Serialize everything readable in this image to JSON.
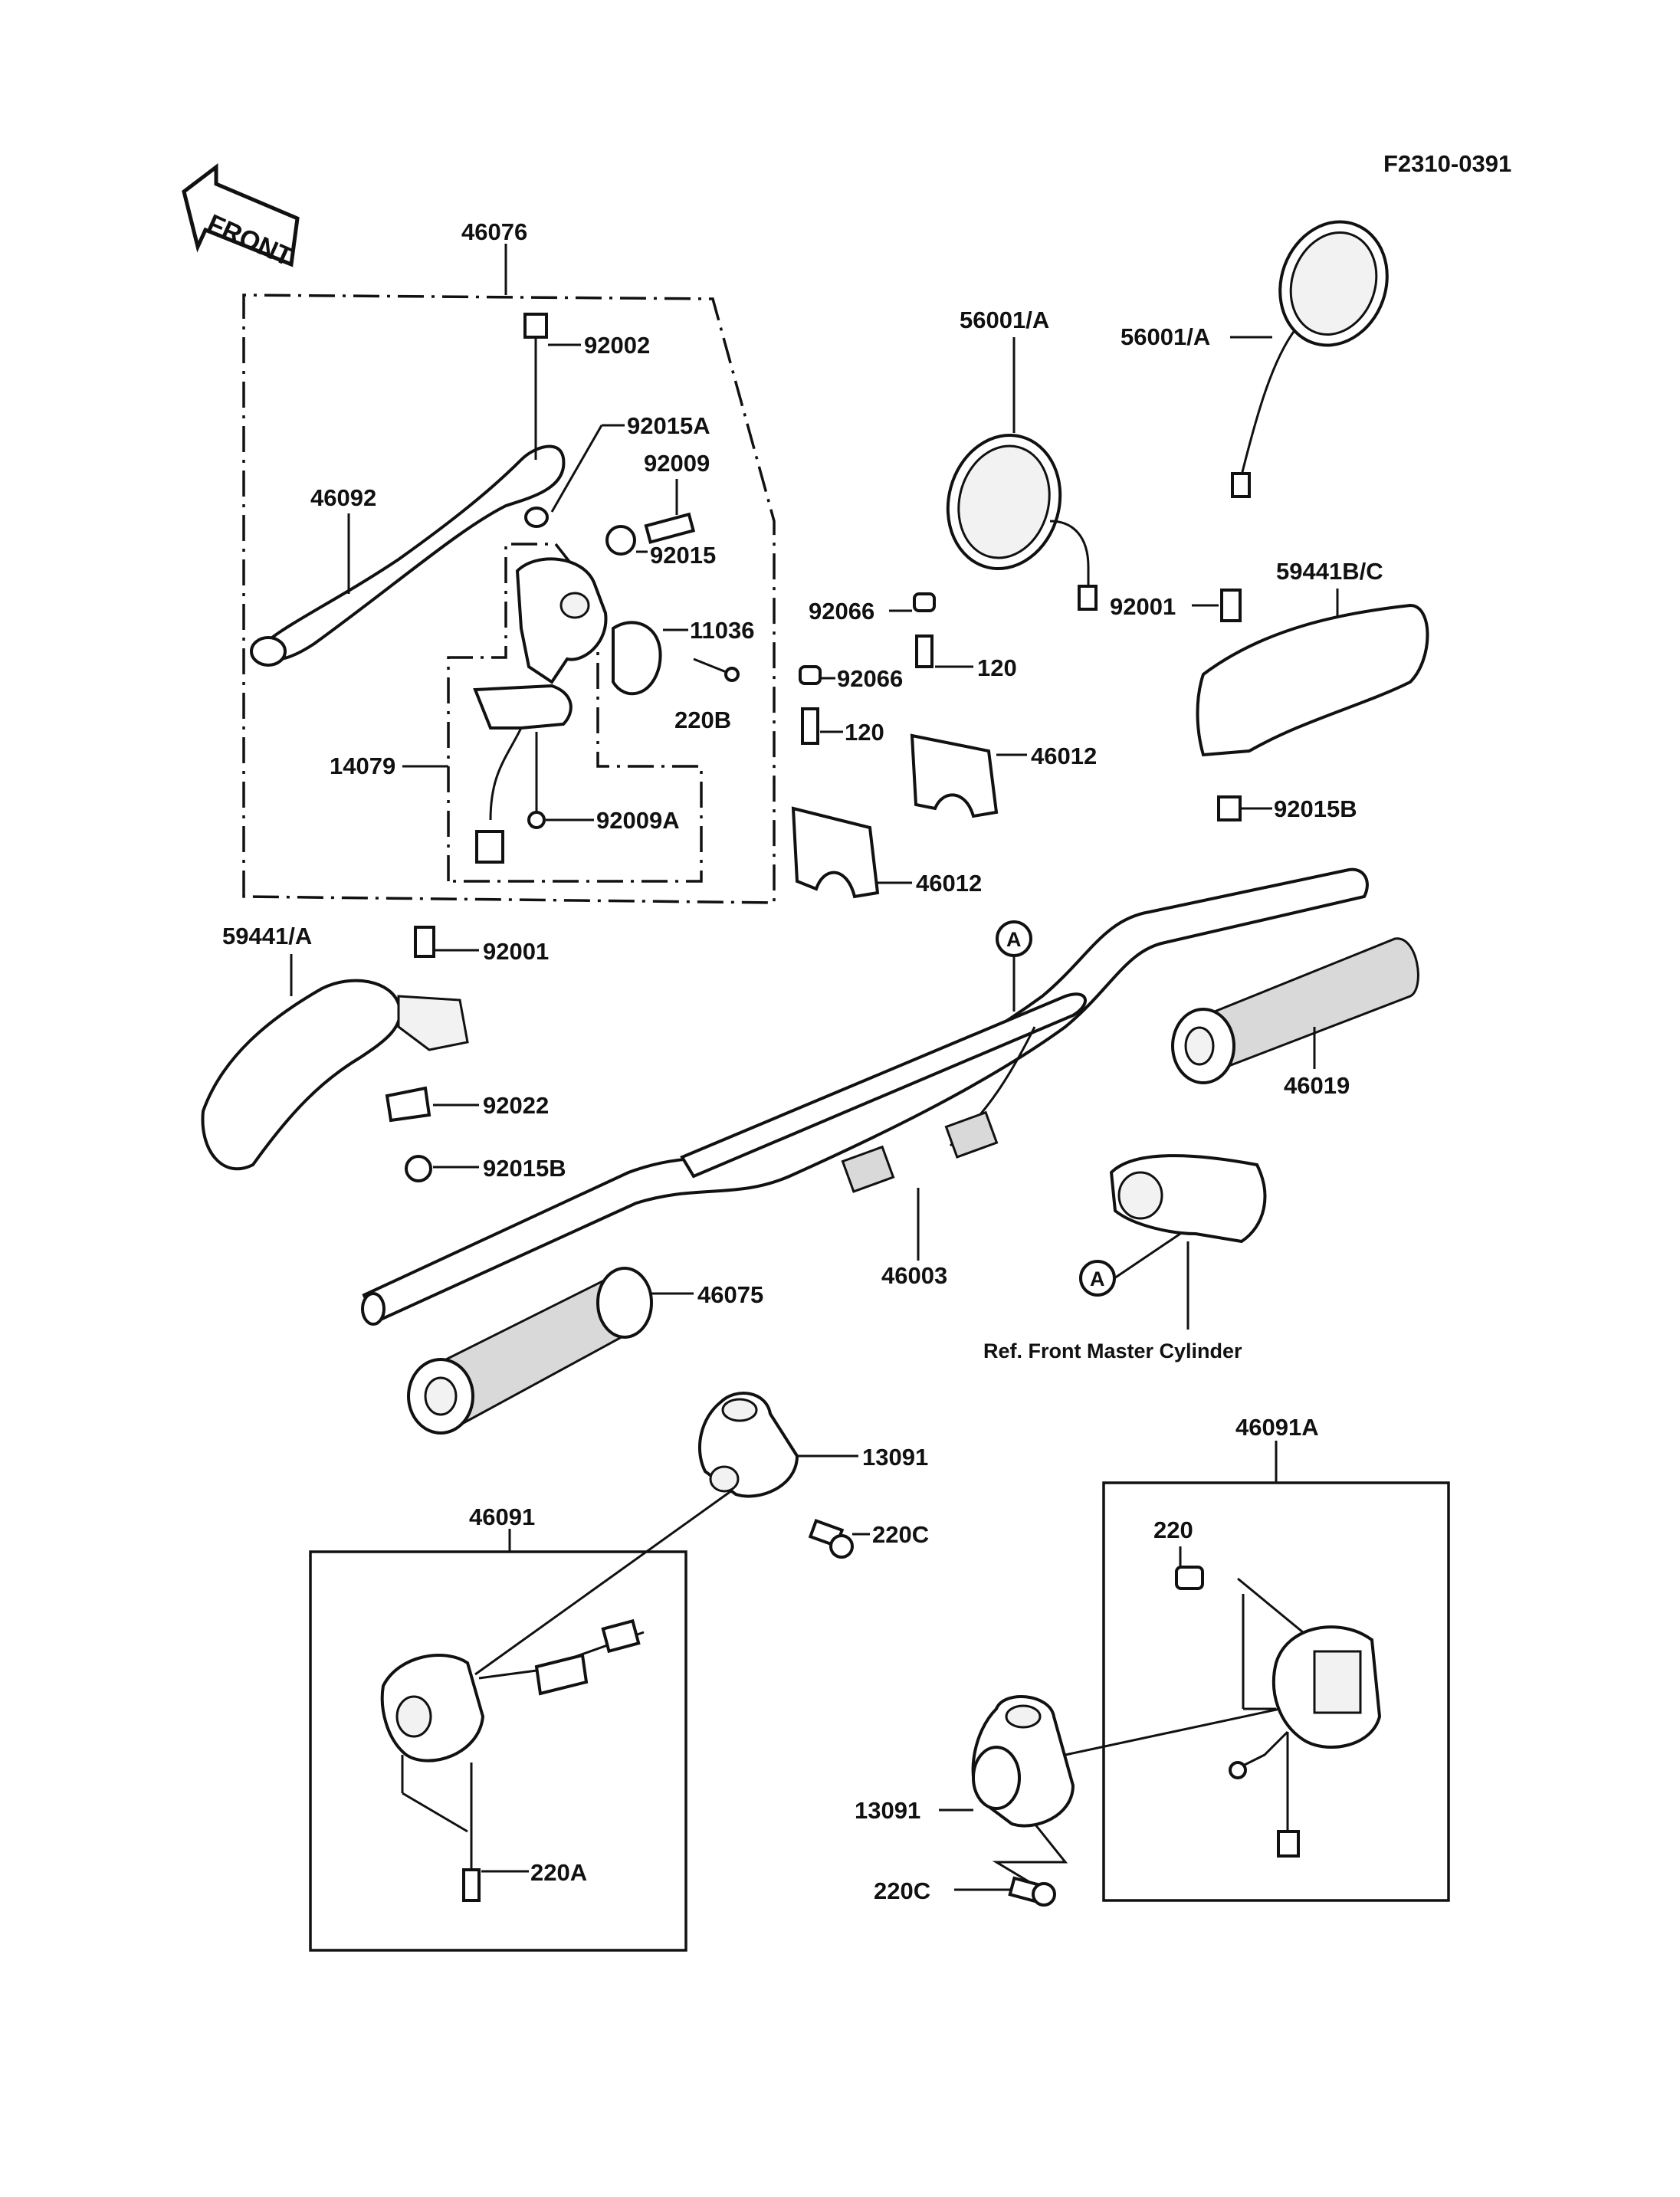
{
  "diagram_code": "F2310-0391",
  "front_arrow_label": "FRONT",
  "reference_note": "Ref. Front Master Cylinder",
  "callout_A": "A",
  "parts": {
    "p46076": "46076",
    "p92002": "92002",
    "p92015A": "92015A",
    "p92009": "92009",
    "p46092": "46092",
    "p92015": "92015",
    "p11036": "11036",
    "p220B": "220B",
    "p14079": "14079",
    "p92009A": "92009A",
    "p56001A_left": "56001/A",
    "p56001A_right": "56001/A",
    "p92066_top": "92066",
    "p92066_mid": "92066",
    "p120_top": "120",
    "p120_mid": "120",
    "p92001_right": "92001",
    "p59441BC": "59441B/C",
    "p46012_right": "46012",
    "p46012_left": "46012",
    "p92015B_right": "92015B",
    "p59441A": "59441/A",
    "p92001_left": "92001",
    "p92022": "92022",
    "p92015B_left": "92015B",
    "p46019": "46019",
    "p46003": "46003",
    "p46075": "46075",
    "p13091_top": "13091",
    "p220C_top": "220C",
    "p46091": "46091",
    "p220A": "220A",
    "p46091A": "46091A",
    "p220": "220",
    "p13091_bottom": "13091",
    "p220C_bottom": "220C"
  }
}
